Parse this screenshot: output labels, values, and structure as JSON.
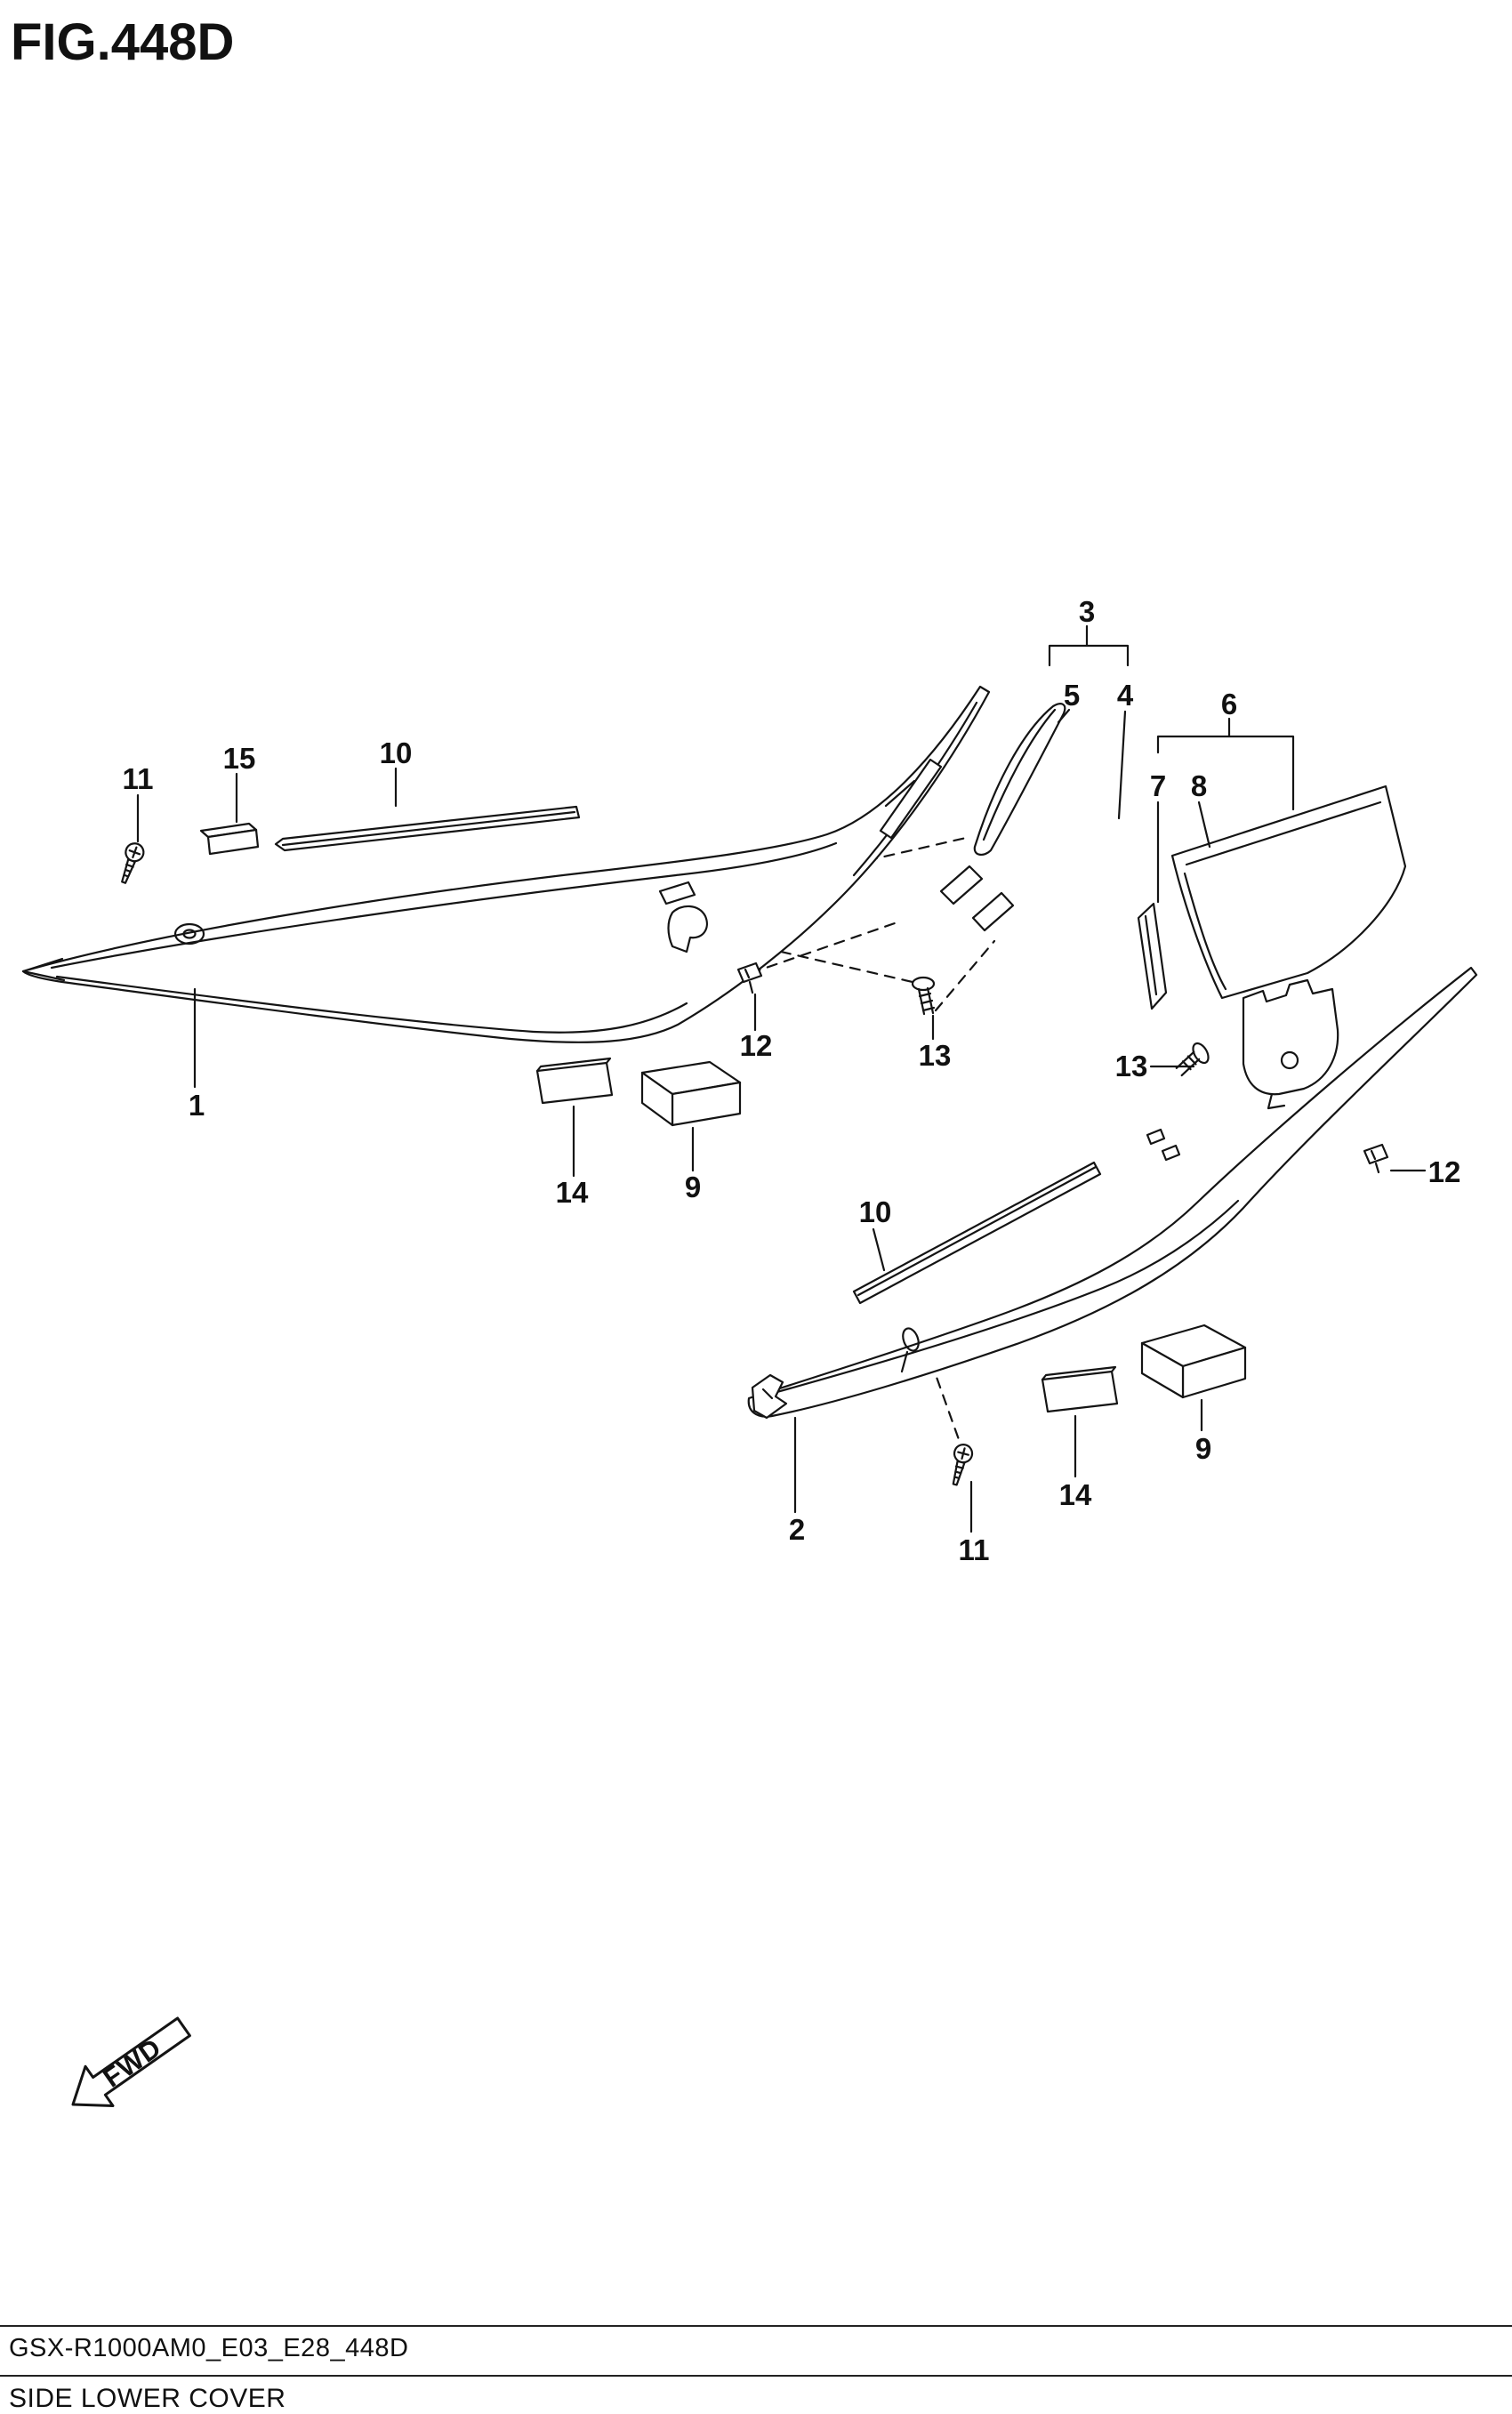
{
  "figure": {
    "title": "FIG.448D"
  },
  "fwd_arrow": {
    "label": "FWD"
  },
  "footer": {
    "code": "GSX-R1000AM0_E03_E28_448D",
    "caption": "SIDE LOWER COVER"
  },
  "part_labels": [
    "3",
    "5",
    "4",
    "6",
    "7",
    "8",
    "11",
    "15",
    "10",
    "1",
    "14",
    "9",
    "12",
    "13",
    "13",
    "12",
    "10",
    "2",
    "11",
    "14",
    "9"
  ]
}
